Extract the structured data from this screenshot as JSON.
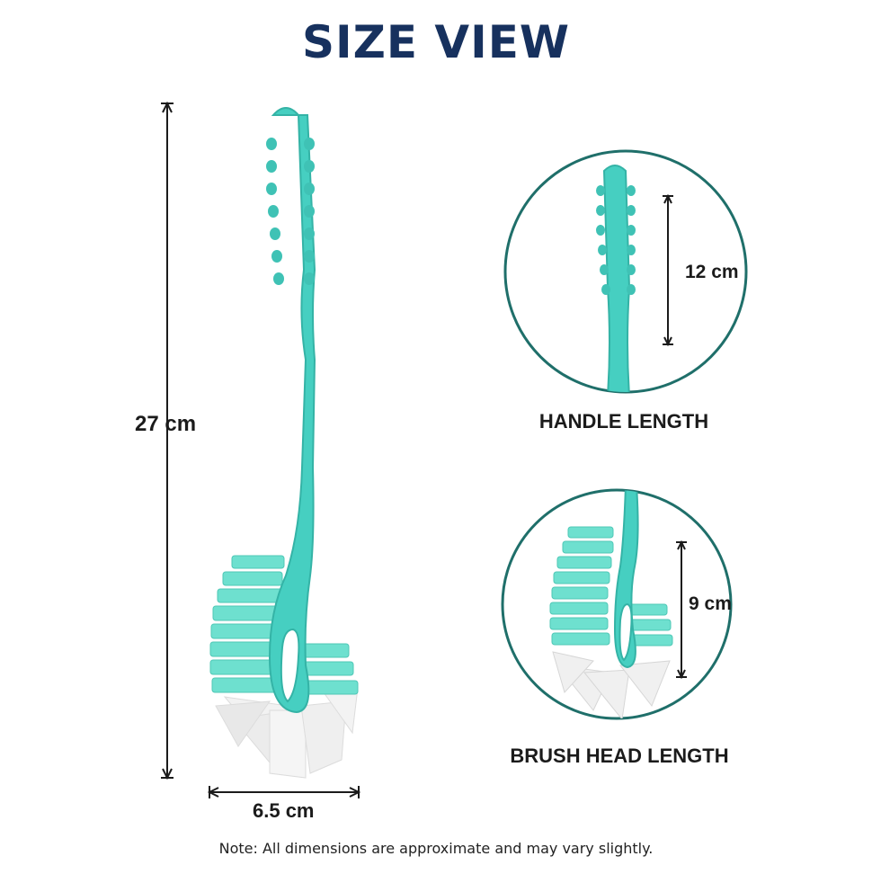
{
  "title": "SIZE VIEW",
  "dimensions": {
    "overall_length": "27 cm",
    "head_width": "6.5 cm",
    "handle_length": "12 cm",
    "brush_head_length": "9 cm"
  },
  "captions": {
    "handle": "HANDLE LENGTH",
    "brush_head": "BRUSH HEAD LENGTH"
  },
  "note": "Note: All dimensions are approximate and may vary slightly.",
  "colors": {
    "title": "#17315e",
    "brush_teal": "#46cfc1",
    "bristle_teal": "#6ee0cf",
    "bristle_white": "#eeeeee",
    "circle_outline": "#1f6f6a"
  }
}
